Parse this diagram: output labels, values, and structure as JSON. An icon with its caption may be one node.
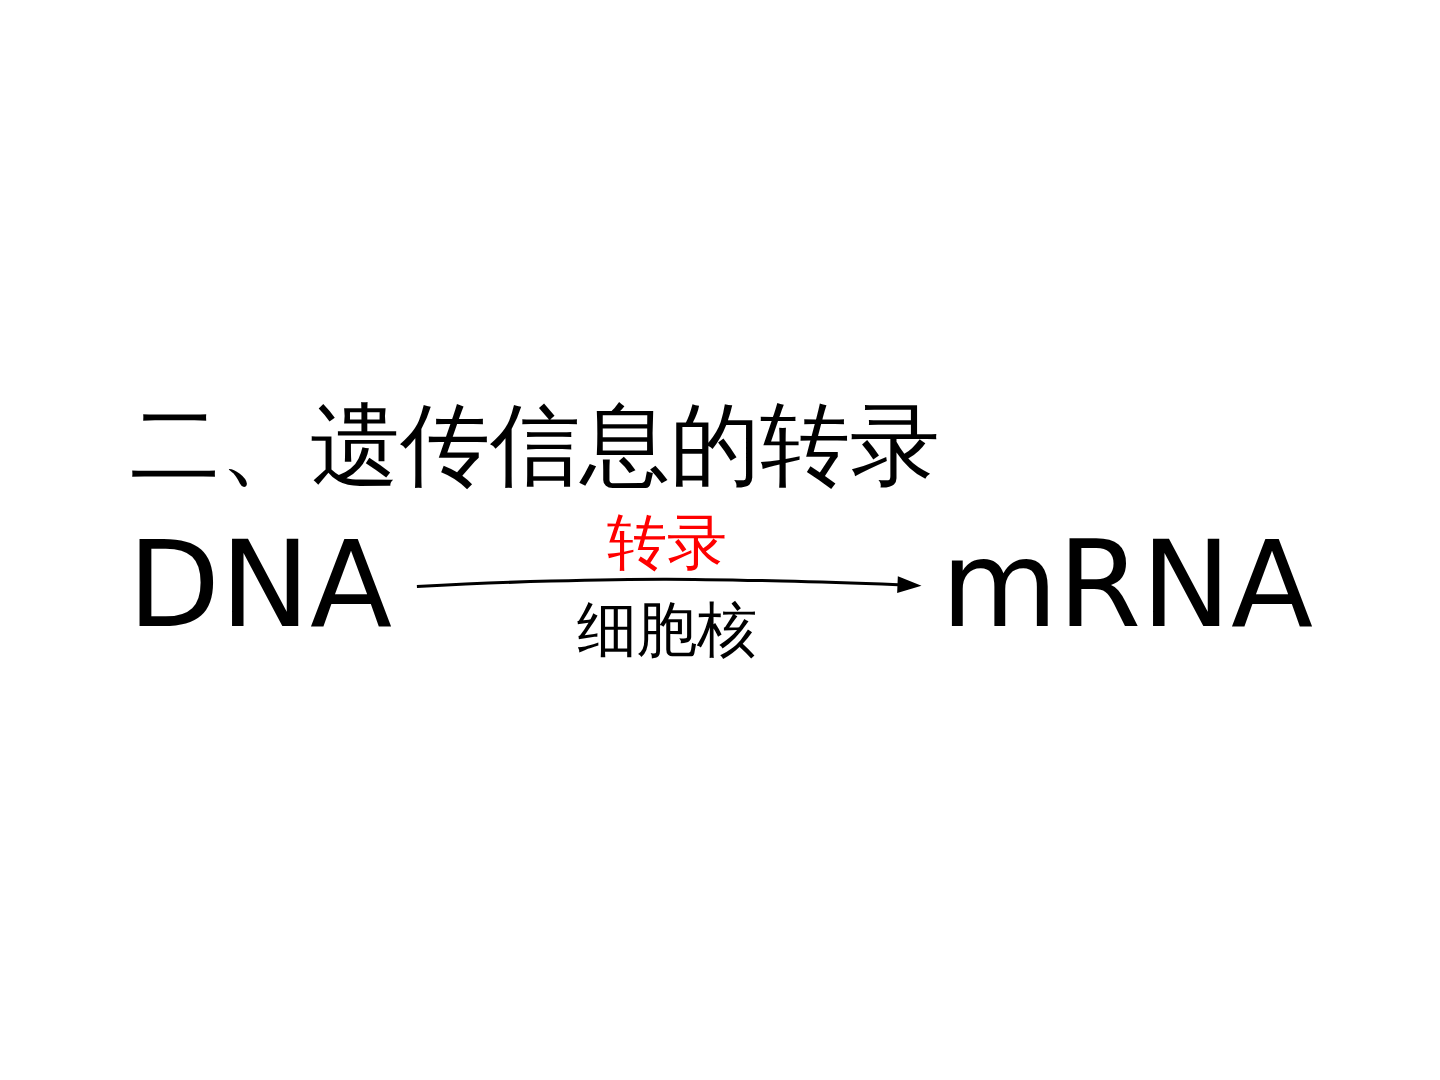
{
  "diagram": {
    "title": "二、遗传信息的转录",
    "nodes": [
      {
        "text": [
          "DNA"
        ]
      },
      {
        "text": [
          "mRNA"
        ]
      }
    ],
    "edges": [
      {
        "from": 0,
        "to": 1,
        "arrow": "to",
        "label": "转录"
      }
    ],
    "labels": [
      "细胞核"
    ]
  }
}
